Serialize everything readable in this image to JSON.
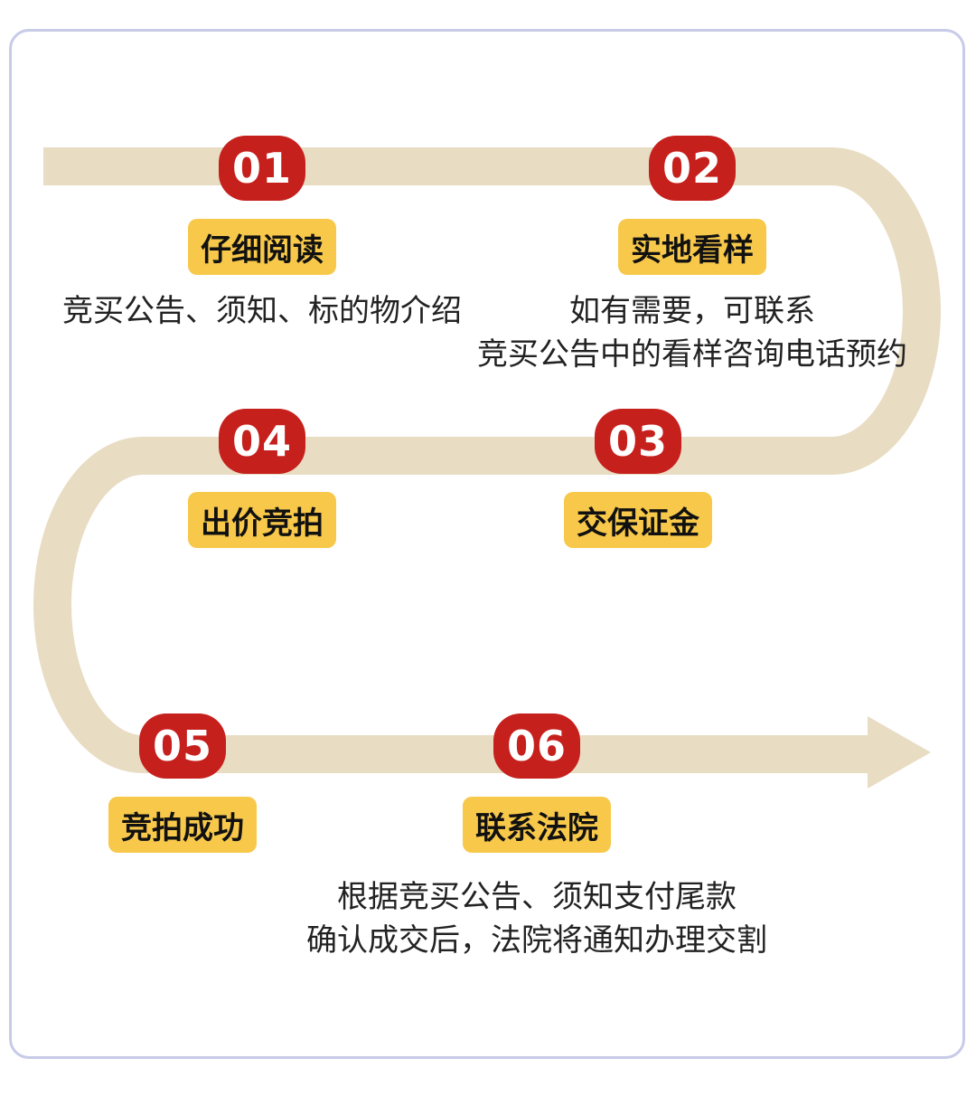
{
  "steps": [
    {
      "number": "01",
      "title": "仔细阅读",
      "desc": [
        "竞买公告、须知、标的物介绍"
      ]
    },
    {
      "number": "02",
      "title": "实地看样",
      "desc": [
        "如有需要，可联系",
        "竞买公告中的看样咨询电话预约"
      ]
    },
    {
      "number": "03",
      "title": "交保证金",
      "desc": []
    },
    {
      "number": "04",
      "title": "出价竞拍",
      "desc": []
    },
    {
      "number": "05",
      "title": "竞拍成功",
      "desc": []
    },
    {
      "number": "06",
      "title": "联系法院",
      "desc": [
        "根据竞买公告、须知支付尾款",
        "确认成交后，法院将通知办理交割"
      ]
    }
  ],
  "colors": {
    "path": "#e8dcc2",
    "badge": "#c6201d",
    "label": "#f7c84a",
    "border": "#c7cbe8"
  }
}
